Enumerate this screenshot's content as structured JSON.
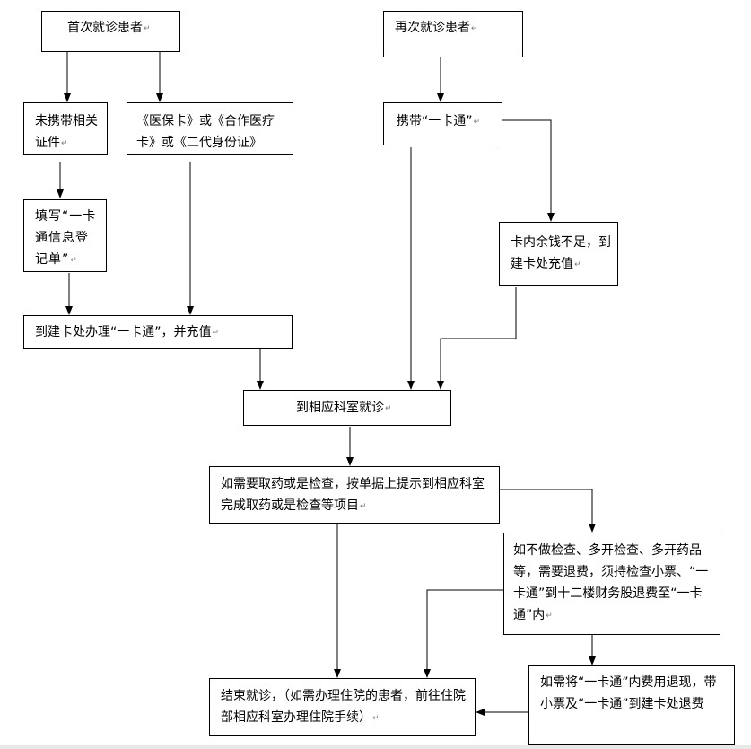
{
  "flowchart": {
    "first_visit": "首次就诊患者",
    "return_visit": "再次就诊患者",
    "no_documents": "未携带相关证件",
    "with_cards": "《医保卡》或《合作医疗卡》或《二代身份证》",
    "carry_card": "携带“一卡通”",
    "fill_form": "填写“一卡通信息登记单”",
    "low_balance": "卡内余钱不足，到建卡处充值",
    "register_card": "到建卡处办理“一卡通”，并充值",
    "department": "到相应科室就诊",
    "medicine_exam": "如需要取药或是检查，按单据上提示到相应科室完成取药或是检查等项目",
    "refund": "如不做检查、多开检查、多开药品等，需要退费，须持检查小票、“一卡通”到十二楼财务股退费至“一卡通”内",
    "cash_refund": "如需将“一卡通”内费用退现，带小票及“一卡通”到建卡处退费",
    "finish": "结束就诊，（如需办理住院的患者，前往住院部相应科室办理住院手续）"
  },
  "paragraph_mark": "↵",
  "colors": {
    "line": "#000000",
    "paragraph_mark": "#7d7d7d",
    "background": "#ffffff"
  }
}
